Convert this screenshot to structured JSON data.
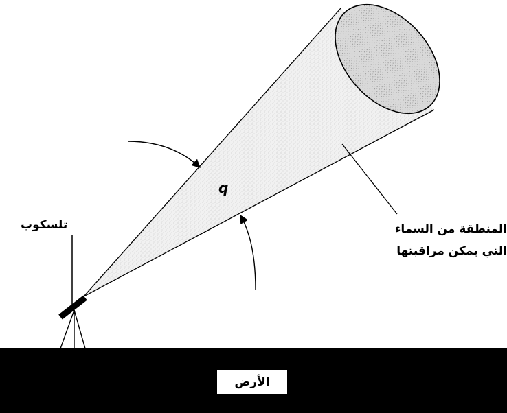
{
  "labels": {
    "telescope": "تلسكوب",
    "sky_region_line1": "المنطقة من السماء",
    "sky_region_line2": "التي يمكن مراقبتها",
    "angle_symbol": "q",
    "ground": "الأرض"
  },
  "colors": {
    "ground": "#000000",
    "cone_fill": "#e9e9e9",
    "line": "#000000"
  }
}
